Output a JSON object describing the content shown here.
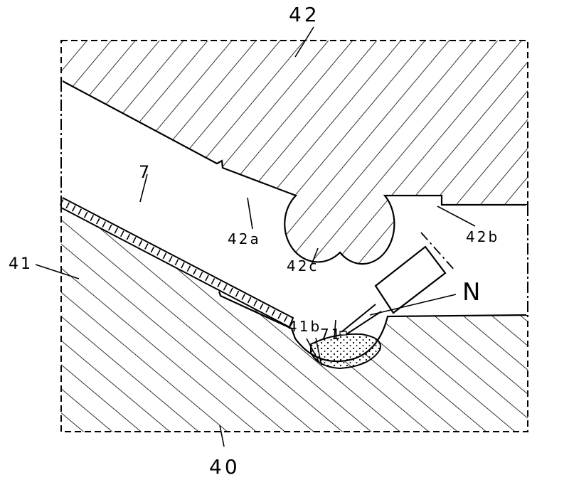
{
  "figure": {
    "type": "patent-cross-section",
    "labels": {
      "upper_mold": "42",
      "upper_step": "42a",
      "upper_right_step": "42b",
      "upper_bump": "42c",
      "lower_mold_left": "41",
      "lower_cavity": "41b",
      "strip": "7",
      "bead": "71",
      "nozzle": "N",
      "lower_mold_bottom": "40"
    }
  }
}
